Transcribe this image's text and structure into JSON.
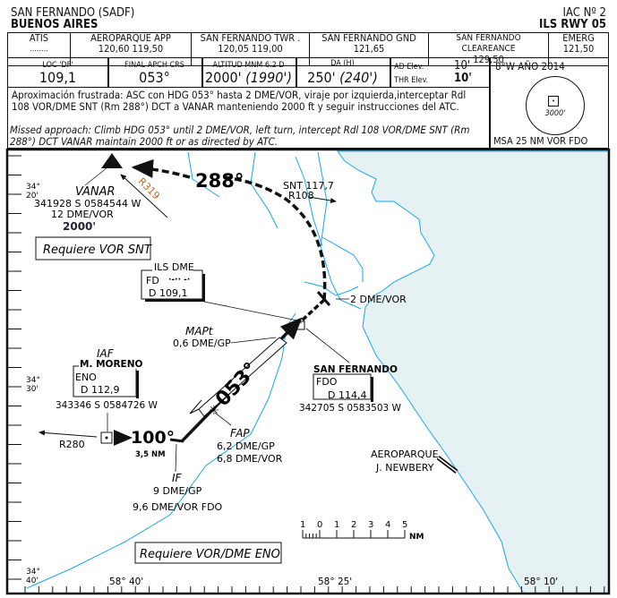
{
  "header": {
    "airport": "SAN FERNANDO (SADF)",
    "city": "BUENOS AIRES",
    "chart_no": "IAC Nº 2",
    "procedure": "ILS RWY 05"
  },
  "comms": [
    {
      "label": "ATIS",
      "value": "........"
    },
    {
      "label": "AEROPARQUE APP",
      "value": "120,60  119,50"
    },
    {
      "label": "SAN FERNANDO TWR .",
      "value": "120,05  119,00"
    },
    {
      "label": "SAN FERNANDO GND",
      "value": "121,65"
    },
    {
      "label": "SAN FERNANDO CLEAREANCE",
      "value": "129,50"
    },
    {
      "label": "EMERG",
      "value": "121,50"
    }
  ],
  "minima": {
    "loc_label": "LOC 'DF'",
    "loc_value": "109,1",
    "crs_label": "FINAL APCH CRS",
    "crs_value": "053°",
    "alt_label": "ALTITUD MNM  6.2 D",
    "alt_value": "2000'",
    "alt_alt": "(1990')",
    "da_label": "DA (H)",
    "da_value": "250'",
    "da_alt": "(240')",
    "ad_elev_label": "AD Elev.",
    "ad_elev": "10'",
    "thr_elev_label": "THR Elev.",
    "thr_elev": "10'",
    "variation": "8°W   AÑO 2014",
    "msa_alt": "3000'",
    "msa_label": "MSA 25 NM VOR FDO"
  },
  "missed": {
    "es": "Aproximación frustrada: ASC con HDG 053° hasta 2 DME/VOR, viraje por izquierda,interceptar Rdl 108 VOR/DME SNT (Rm 288°)  DCT a VANAR manteniendo 2000 ft y seguir instrucciones del ATC.",
    "en": "Missed approach: Climb HDG 053° until 2 DME/VOR, left turn, intercept Rdl 108 VOR/DME SNT (Rm 288°) DCT VANAR maintain 2000 ft or as directed by ATC."
  },
  "map": {
    "colors": {
      "water": "#e6f1f3",
      "river": "#1aa6e8",
      "track": "#111111",
      "radial": "#c0661a"
    },
    "vanar": {
      "name": "VANAR",
      "coords": "341928 S  0584544 W",
      "dme": "12 DME/VOR",
      "alt": "2000'"
    },
    "r319": "R319",
    "mag_288": "288°",
    "snt": {
      "freq": "SNT 117,7",
      "radial": "R108"
    },
    "req_snt": "Requiere VOR SNT",
    "ils_dme": {
      "title": "ILS DME",
      "ident": "FD",
      "morse": "·-·· -·",
      "ch": "D   109,1"
    },
    "dme2": "2 DME/VOR",
    "mapt": {
      "name": "MAPt",
      "dist": "0,6 DME/GP"
    },
    "crs": "053°",
    "iaf": {
      "role": "IAF",
      "name": "M. MORENO",
      "ident": "ENO",
      "ch": "D   112,9",
      "coords": "343346 S  0584726 W"
    },
    "fdo": {
      "name": "SAN FERNANDO",
      "ident": "FDO",
      "ch": "D   114,4",
      "coords": "342705 S  0583503 W"
    },
    "r280": "R280",
    "hdg100": "100°",
    "dist35": "3,5 NM",
    "fap": {
      "name": "FAP",
      "gp": "6,2 DME/GP",
      "vor": "6,8 DME/VOR"
    },
    "if": {
      "name": "IF",
      "gp": "9 DME/GP",
      "vor": "9,6  DME/VOR FDO"
    },
    "aeroparque": {
      "l1": "AEROPARQUE",
      "l2": "J. NEWBERY"
    },
    "scale": {
      "ticks": [
        "1",
        "0",
        "1",
        "2",
        "3",
        "4",
        "5"
      ],
      "unit": "NM"
    },
    "req_eno": "Requiere VOR/DME ENO",
    "lat": [
      {
        "deg": "34°",
        "min": "20'"
      },
      {
        "deg": "34°",
        "min": "30'"
      },
      {
        "deg": "34°",
        "min": "40'"
      }
    ],
    "lon": [
      "58° 40'",
      "58° 25'",
      "58° 10'"
    ]
  }
}
